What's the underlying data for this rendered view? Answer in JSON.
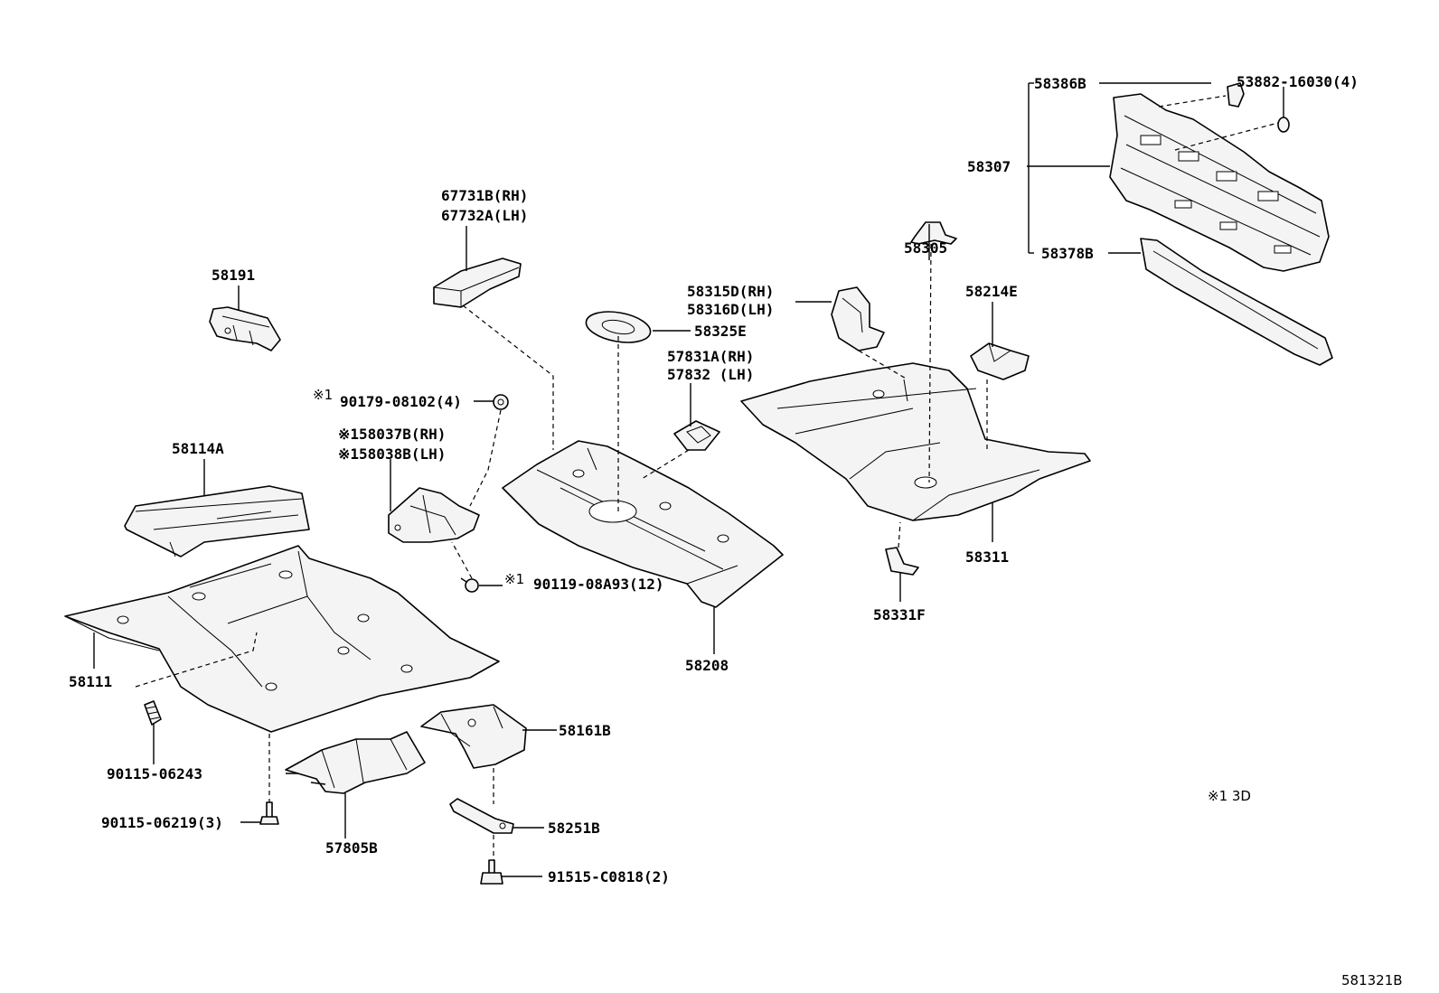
{
  "labels": {
    "p58386B": "58386B",
    "p53882": "53882-16030(4)",
    "p58307": "58307",
    "p58378B": "58378B",
    "p67731B": "67731B(RH)",
    "p67732A": "67732A(LH)",
    "p58191": "58191",
    "p58305": "58305",
    "p58315D": "58315D(RH)",
    "p58316D": "58316D(LH)",
    "p58214E": "58214E",
    "p58325E": "58325E",
    "p57831A": "57831A(RH)",
    "p57832": "57832 (LH)",
    "p90179_mark": "※1",
    "p90179": "90179-08102(4)",
    "p58037B": "※158037B(RH)",
    "p58038B": "※158038B(LH)",
    "p58114A": "58114A",
    "p90119_mark": "※1",
    "p90119": "90119-08A93(12)",
    "p58311": "58311",
    "p58331F": "58331F",
    "p58111": "58111",
    "p58208": "58208",
    "p58161B": "58161B",
    "p90115_06243": "90115-06243",
    "p90115_06219": "90115-06219(3)",
    "p57805B": "57805B",
    "p58251B": "58251B",
    "p91515": "91515-C0818(2)",
    "note_3d": "※1 3D",
    "diagram_id": "581321B"
  }
}
